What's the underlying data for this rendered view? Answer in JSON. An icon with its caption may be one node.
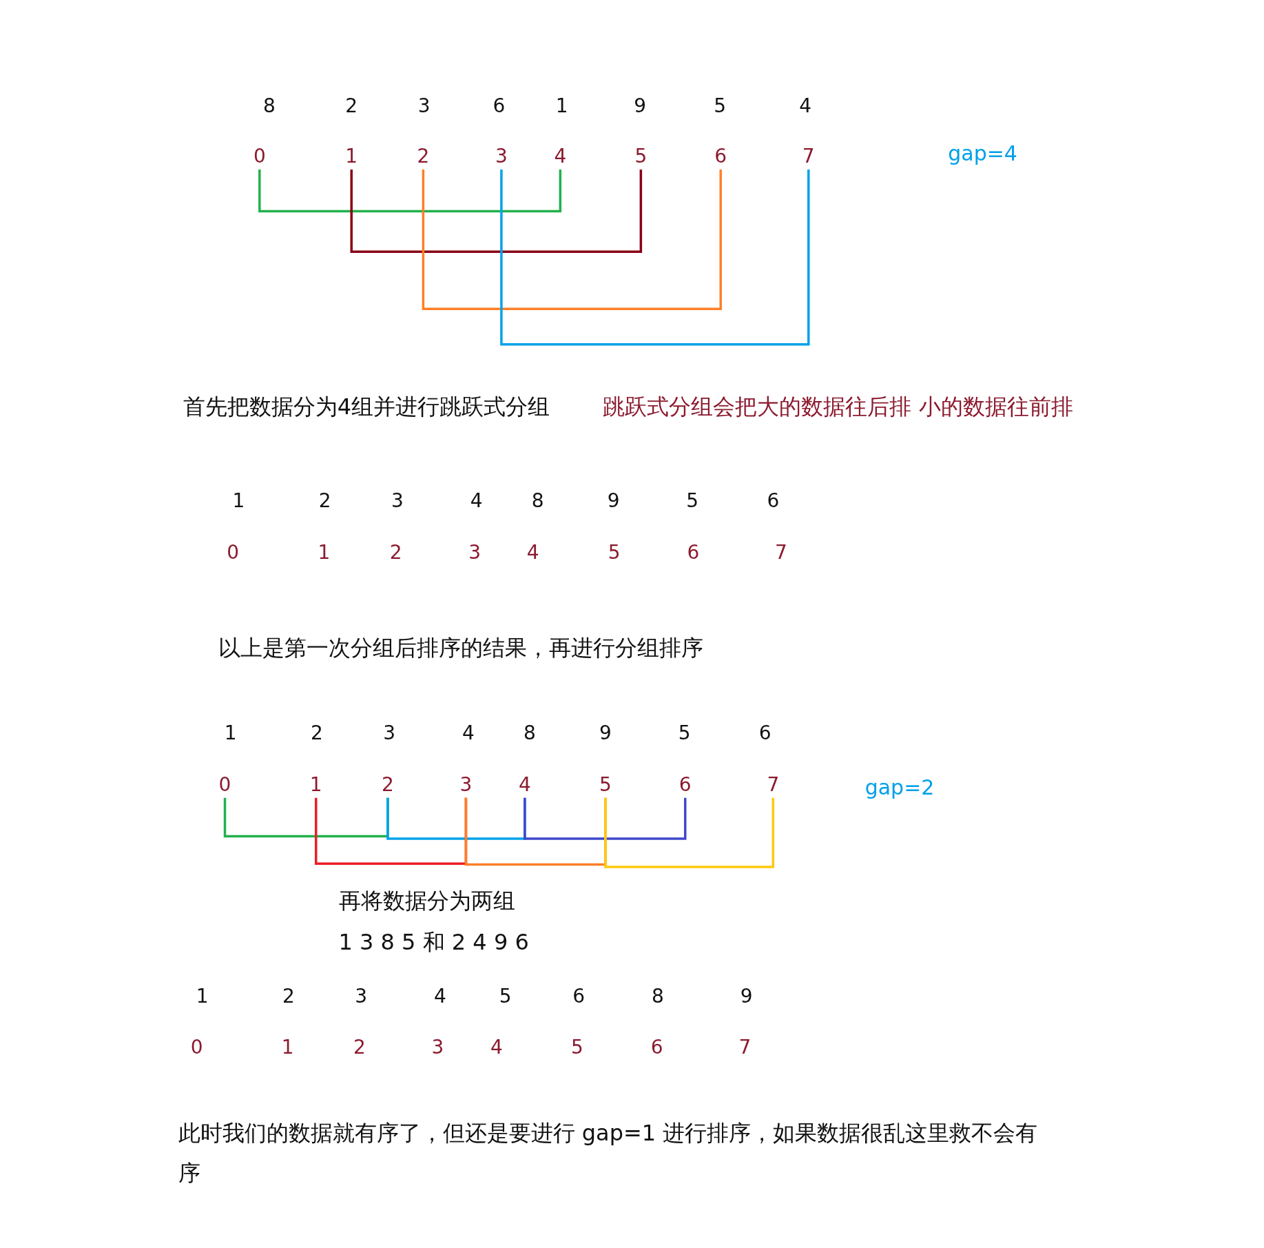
{
  "diagram": {
    "nodes": [
      {
        "text": [
          "0"
        ]
      },
      {
        "text": [
          "1"
        ]
      },
      {
        "text": [
          "2"
        ]
      },
      {
        "text": [
          "3"
        ]
      },
      {
        "text": [
          "4"
        ]
      },
      {
        "text": [
          "5"
        ]
      },
      {
        "text": [
          "6"
        ]
      },
      {
        "text": [
          "7"
        ]
      },
      {
        "text": [
          "0"
        ]
      },
      {
        "text": [
          "1"
        ]
      },
      {
        "text": [
          "2"
        ]
      },
      {
        "text": [
          "3"
        ]
      },
      {
        "text": [
          "4"
        ]
      },
      {
        "text": [
          "5"
        ]
      },
      {
        "text": [
          "6"
        ]
      },
      {
        "text": [
          "7"
        ]
      }
    ],
    "edges": [
      {
        "from": 0,
        "to": 4,
        "arrow": "none",
        "color": "#22b14c"
      },
      {
        "from": 1,
        "to": 5,
        "arrow": "none",
        "color": "#880015"
      },
      {
        "from": 2,
        "to": 6,
        "arrow": "none",
        "color": "#ff7f27"
      },
      {
        "from": 3,
        "to": 7,
        "arrow": "none",
        "color": "#00a2e8"
      },
      {
        "from": 8,
        "to": 10,
        "arrow": "none",
        "color": "#22b14c"
      },
      {
        "from": 10,
        "to": 12,
        "arrow": "none",
        "color": "#00a2e8"
      },
      {
        "from": 12,
        "to": 14,
        "arrow": "none",
        "color": "#3f48cc"
      },
      {
        "from": 9,
        "to": 11,
        "arrow": "none",
        "color": "#ed1c24"
      },
      {
        "from": 11,
        "to": 13,
        "arrow": "none",
        "color": "#ff7f27"
      },
      {
        "from": 13,
        "to": 15,
        "arrow": "none",
        "color": "#ffc90e"
      }
    ],
    "labels": [
      "8",
      "2",
      "3",
      "6",
      "1",
      "9",
      "5",
      "4",
      "gap=4",
      "首先把数据分为4组并进行跳跃式分组",
      "跳跃式分组会把大的数据往后排 小的数据往前排",
      "1",
      "2",
      "3",
      "4",
      "8",
      "9",
      "5",
      "6",
      "0",
      "1",
      "2",
      "3",
      "4",
      "5",
      "6",
      "7",
      "以上是第一次分组后排序的结果，再进行分组排序",
      "1",
      "2",
      "3",
      "4",
      "8",
      "9",
      "5",
      "6",
      "gap=2",
      "再将数据分为两组",
      "1 3 8 5 和 2 4 9 6",
      "1",
      "2",
      "3",
      "4",
      "5",
      "6",
      "8",
      "9",
      "0",
      "1",
      "2",
      "3",
      "4",
      "5",
      "6",
      "7",
      "此时我们的数据就有序了，但还是要进行 gap=1 进行排序，如果数据很乱这里救不会有序"
    ]
  }
}
